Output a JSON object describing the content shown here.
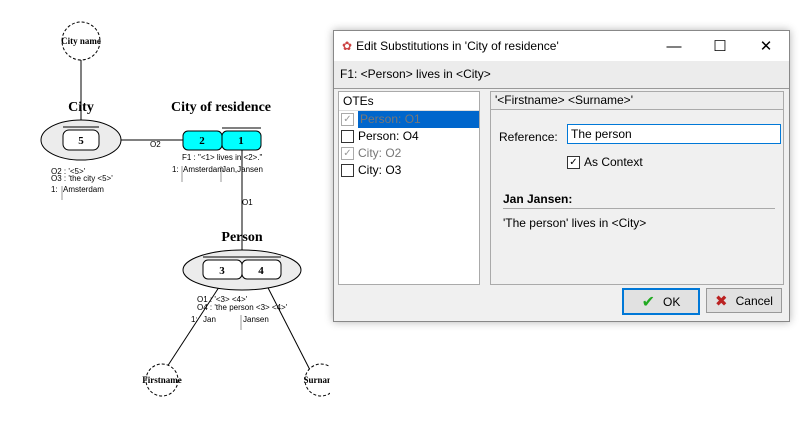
{
  "diagram": {
    "city_name": "City name",
    "city": "City",
    "city_role": "5",
    "city_pop_1": "O2 : '<5>'",
    "city_pop_2": "O3 : 'the city <5>'",
    "city_row": "1:",
    "city_val": "Amsterdam",
    "cor": "City of residence",
    "cor_role_2": "2",
    "cor_role_1": "1",
    "cor_f1": "F1 : \"<1> lives in <2>.\"",
    "cor_row": "1:",
    "cor_v1": "Amsterdam",
    "cor_v2": "Jan,Jansen",
    "o2": "O2",
    "o1": "O1",
    "person": "Person",
    "p_role_3": "3",
    "p_role_4": "4",
    "p_pop_1": "O1 : '<3> <4>'",
    "p_pop_2": "O4 : 'the person <3> <4>'",
    "p_row": "1:",
    "p_v1": "Jan",
    "p_v2": "Jansen",
    "firstname": "Firstname",
    "surname": "Surname",
    "uniq": "u"
  },
  "dialog": {
    "title": "Edit Substitutions in 'City of residence'",
    "minimize": "—",
    "maximize": "☐",
    "close": "✕",
    "subtitle": "F1: <Person> lives in <City>",
    "list_header": "OTEs",
    "items": [
      {
        "label": "Person: O1",
        "checked": "✓"
      },
      {
        "label": "Person: O4",
        "checked": ""
      },
      {
        "label": "City: O2",
        "checked": "✓"
      },
      {
        "label": "City: O3",
        "checked": ""
      }
    ],
    "panel_header": "'<Firstname> <Surname>'",
    "reference_label": "Reference:",
    "reference_value": "The person",
    "as_context_label": "As Context",
    "as_context_check": "✓",
    "preview_title": "Jan Jansen:",
    "preview_text": "'The person' lives in <City>",
    "ok": "OK",
    "ok_icon": "✔",
    "cancel": "Cancel",
    "cancel_icon": "✖"
  }
}
